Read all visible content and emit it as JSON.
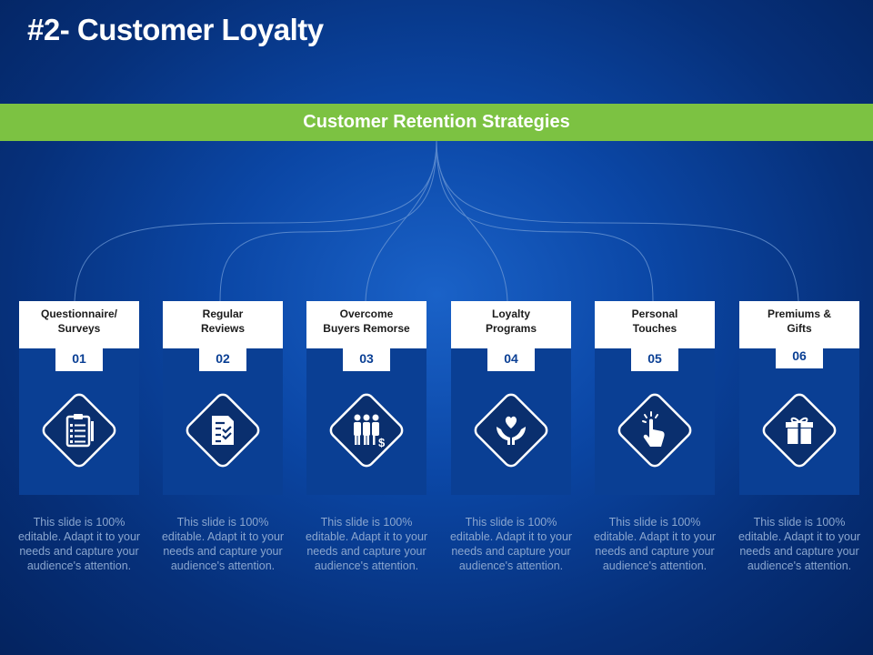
{
  "slide": {
    "title": "#2- Customer Loyalty",
    "banner": "Customer Retention Strategies"
  },
  "colors": {
    "background": "#0b47a6",
    "banner": "#7cc242",
    "card": "#0a3f94",
    "description_text": "#8aa6cf"
  },
  "cards": [
    {
      "label": "Questionnaire/\nSurveys",
      "number": "01",
      "icon": "clipboard-icon",
      "description": "This slide is 100% editable. Adapt it to your needs and capture your audience's attention."
    },
    {
      "label": "Regular\nReviews",
      "number": "02",
      "icon": "checklist-icon",
      "description": "This slide is 100% editable. Adapt it to your needs and capture your audience's attention."
    },
    {
      "label": "Overcome\nBuyers Remorse",
      "number": "03",
      "icon": "people-dollar-icon",
      "description": "This slide is 100% editable. Adapt it to your needs and capture your audience's attention."
    },
    {
      "label": "Loyalty\nPrograms",
      "number": "04",
      "icon": "hands-heart-icon",
      "description": "This slide is 100% editable. Adapt it to your needs and capture your audience's attention."
    },
    {
      "label": "Personal\nTouches",
      "number": "05",
      "icon": "hand-pointer-icon",
      "description": "This slide is 100% editable. Adapt it to your needs and capture your audience's attention."
    },
    {
      "label": "Premiums &\nGifts",
      "number": "06",
      "icon": "gift-icon",
      "description": "This slide is 100% editable. Adapt it to your needs and capture your audience's attention."
    }
  ]
}
